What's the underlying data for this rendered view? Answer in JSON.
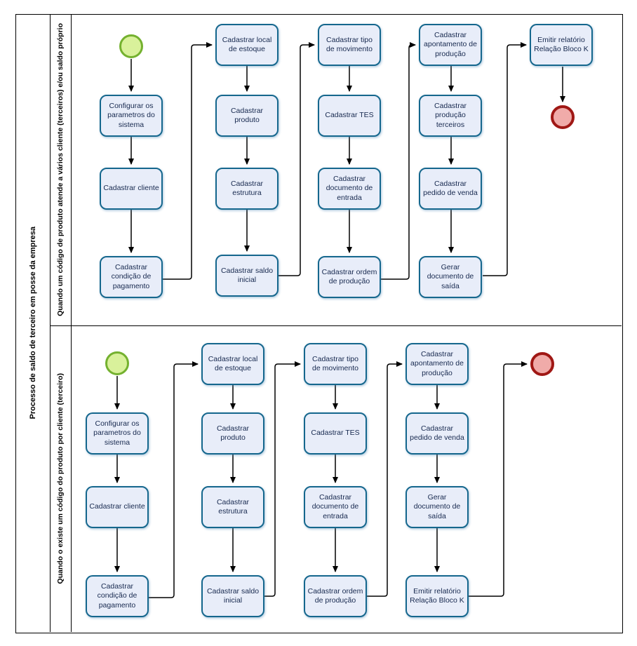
{
  "pool": {
    "title": "Processo de saldo de terceiro em posse da empresa"
  },
  "lanes": [
    {
      "label": "Quando um código de produto atende a vários cliente (terceiros) e/ou saldo próprio",
      "tasks": [
        {
          "label": "Configurar os parametros do sistema"
        },
        {
          "label": "Cadastrar cliente"
        },
        {
          "label": "Cadastrar condição de pagamento"
        },
        {
          "label": "Cadastrar local de estoque"
        },
        {
          "label": "Cadastrar produto"
        },
        {
          "label": "Cadastrar estrutura"
        },
        {
          "label": "Cadastrar saldo inicial"
        },
        {
          "label": "Cadastrar tipo de movimento"
        },
        {
          "label": "Cadastrar TES"
        },
        {
          "label": "Cadastrar documento de entrada"
        },
        {
          "label": "Cadastrar ordem de produção"
        },
        {
          "label": "Cadastrar apontamento de produção"
        },
        {
          "label": "Cadastrar produção terceiros"
        },
        {
          "label": "Cadastrar pedido de venda"
        },
        {
          "label": "Gerar documento de saída"
        },
        {
          "label": "Emitir relatório Relação Bloco K"
        }
      ]
    },
    {
      "label": "Quando o existe um código do produto por cliente (terceiro)",
      "tasks": [
        {
          "label": "Configurar os parametros do sistema"
        },
        {
          "label": "Cadastrar cliente"
        },
        {
          "label": "Cadastrar condição de pagamento"
        },
        {
          "label": "Cadastrar local de estoque"
        },
        {
          "label": "Cadastrar produto"
        },
        {
          "label": "Cadastrar estrutura"
        },
        {
          "label": "Cadastrar saldo inicial"
        },
        {
          "label": "Cadastrar tipo de movimento"
        },
        {
          "label": "Cadastrar TES"
        },
        {
          "label": "Cadastrar documento de entrada"
        },
        {
          "label": "Cadastrar ordem de produção"
        },
        {
          "label": "Cadastrar apontamento de produção"
        },
        {
          "label": "Cadastrar pedido de venda"
        },
        {
          "label": "Gerar documento de saída"
        },
        {
          "label": "Emitir relatório Relação Bloco K"
        }
      ]
    }
  ],
  "colors": {
    "task_fill": "#E8EDF9",
    "task_border": "#15678D",
    "task_text": "#17294F",
    "start_event_fill": "#D9F19B",
    "start_event_border": "#74B12F",
    "end_event_fill": "#F0ABA9",
    "end_event_border": "#A01815",
    "connector": "#000000",
    "frame": "#000000"
  }
}
